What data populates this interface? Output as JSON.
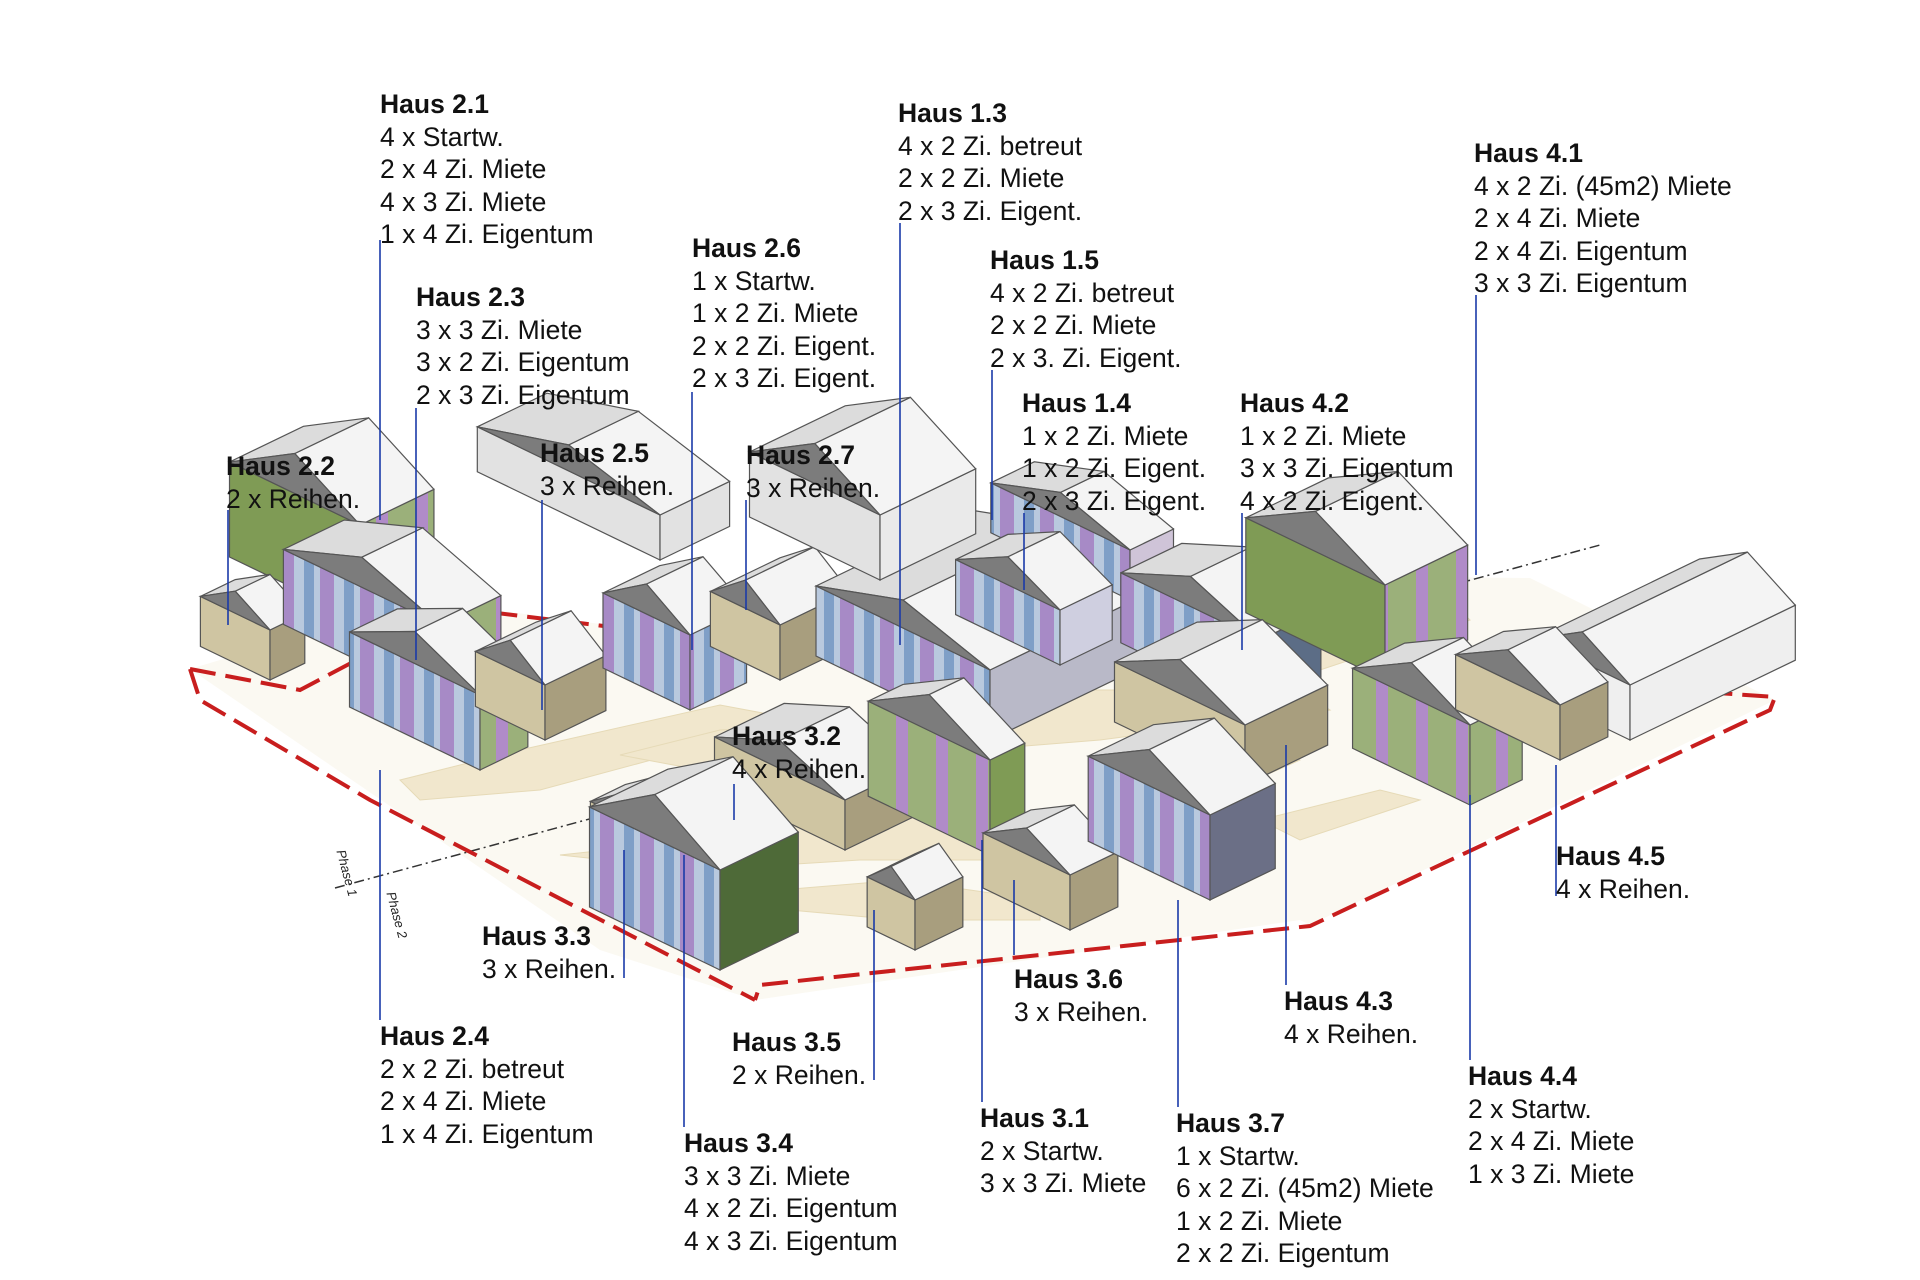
{
  "houses": [
    {
      "id": "Haus 2.1",
      "lines": [
        "4 x Startw.",
        "2 x 4 Zi. Miete",
        "4 x 3 Zi. Miete",
        "1 x 4 Zi. Eigentum"
      ]
    },
    {
      "id": "Haus 2.2",
      "lines": [
        "2 x Reihen."
      ]
    },
    {
      "id": "Haus 2.3",
      "lines": [
        "3 x 3 Zi. Miete",
        "3 x 2 Zi. Eigentum",
        "2 x 3 Zi. Eigentum"
      ]
    },
    {
      "id": "Haus 2.4",
      "lines": [
        "2 x 2 Zi. betreut",
        "2 x 4 Zi. Miete",
        "1 x 4 Zi. Eigentum"
      ]
    },
    {
      "id": "Haus 2.5",
      "lines": [
        "3 x Reihen."
      ]
    },
    {
      "id": "Haus 2.6",
      "lines": [
        "1 x Startw.",
        "1 x 2 Zi. Miete",
        "2 x 2 Zi. Eigent.",
        "2 x 3 Zi. Eigent."
      ]
    },
    {
      "id": "Haus 2.7",
      "lines": [
        "3 x Reihen."
      ]
    },
    {
      "id": "Haus 1.3",
      "lines": [
        "4 x 2 Zi. betreut",
        "2 x 2 Zi. Miete",
        "2 x 3 Zi. Eigent."
      ]
    },
    {
      "id": "Haus 1.5",
      "lines": [
        "4 x 2 Zi. betreut",
        "2 x 2 Zi. Miete",
        "2 x 3. Zi. Eigent."
      ]
    },
    {
      "id": "Haus 1.4",
      "lines": [
        "1 x 2 Zi. Miete",
        "1 x 2 Zi. Eigent.",
        "2 x 3 Zi. Eigent."
      ]
    },
    {
      "id": "Haus 4.2",
      "lines": [
        "1 x 2 Zi. Miete",
        "3 x 3 Zi. Eigentum",
        "4 x 2 Zi. Eigent."
      ]
    },
    {
      "id": "Haus 4.1",
      "lines": [
        "4 x 2 Zi. (45m2) Miete",
        "2 x 4 Zi. Miete",
        "2 x 4 Zi. Eigentum",
        "3 x 3 Zi. Eigentum"
      ]
    },
    {
      "id": "Haus 3.2",
      "lines": [
        "4 x Reihen."
      ]
    },
    {
      "id": "Haus 3.3",
      "lines": [
        "3 x Reihen."
      ]
    },
    {
      "id": "Haus 3.4",
      "lines": [
        "3 x 3 Zi. Miete",
        "4 x 2 Zi. Eigentum",
        "4 x 3 Zi. Eigentum"
      ]
    },
    {
      "id": "Haus 3.5",
      "lines": [
        "2 x Reihen."
      ]
    },
    {
      "id": "Haus 3.1",
      "lines": [
        "2 x Startw.",
        "3 x 3 Zi. Miete"
      ]
    },
    {
      "id": "Haus 3.6",
      "lines": [
        "3 x Reihen."
      ]
    },
    {
      "id": "Haus 3.7",
      "lines": [
        "1 x Startw.",
        "6 x 2 Zi. (45m2) Miete",
        "1 x 2 Zi. Miete",
        "2 x 2 Zi. Eigentum"
      ]
    },
    {
      "id": "Haus 4.3",
      "lines": [
        "4 x Reihen."
      ]
    },
    {
      "id": "Haus 4.4",
      "lines": [
        "2 x Startw.",
        "2 x 4 Zi. Miete",
        "1 x 3 Zi. Miete"
      ]
    },
    {
      "id": "Haus 4.5",
      "lines": [
        "4 x Reihen."
      ]
    }
  ],
  "phase_labels": [
    "Phase 1",
    "Phase 2"
  ],
  "colors": {
    "boundary": "#c81e1e",
    "leader": "#1a3aa8",
    "path": "#efe6cf",
    "ground": "#fbf8ef",
    "roof": "#f4f4f4",
    "roof_shade": "#7c7c7c",
    "green": "#7f9b55",
    "green_dark": "#4e6a38",
    "beige": "#cfc5a2",
    "beige_dark": "#a89e7e",
    "purple": "#a56fc2",
    "blue": "#8aa6c9",
    "grey_wall": "#e2e2e2"
  }
}
